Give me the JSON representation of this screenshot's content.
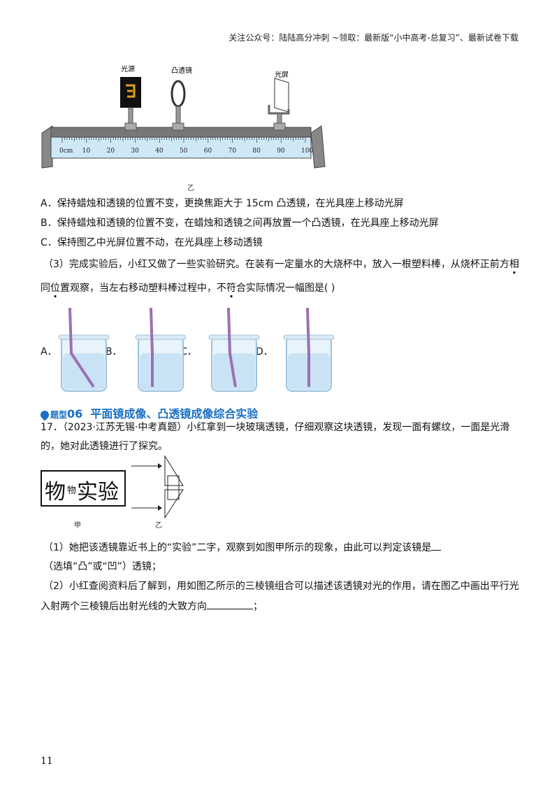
{
  "header": "关注公众号：陆陆高分冲刺 ~领取：最新版“小中高考-总复习”、最新试卷下载",
  "bench": {
    "label_light": "光源",
    "label_lens": "凸透镜",
    "label_screen": "光屏",
    "ruler_ticks": [
      "0cm",
      "10",
      "20",
      "30",
      "40",
      "50",
      "60",
      "70",
      "80",
      "90",
      "100"
    ],
    "caption": "乙"
  },
  "options_q": {
    "A": "A．保持蜡烛和透镜的位置不变，更换焦距大于 15cm 凸透镜，在光具座上移动光屏",
    "B": "B．保持蜡烛和透镜的位置不变，在蜡烛和透镜之间再放置一个凸透镜，在光具座上移动光屏",
    "C": "C．保持图乙中光屏位置不动，在光具座上移动透镜"
  },
  "q3": {
    "line1_start": "（3）完成实验后，小红又做了一些实验研究。在装有一定量水的大烧杯中，放入一根塑料棒，从烧杯正前方",
    "line1_dot": "相",
    "line2_dot": "同位置",
    "line2_mid": "观察，当左右移动塑料棒过程中，",
    "line2_dot2": "不符合",
    "line2_end": "实际情况一幅图是(      )",
    "labels": [
      "A．",
      "B．",
      "C．",
      "D．"
    ]
  },
  "topic": {
    "tag": "题型",
    "num": "06",
    "title": "平面镜成像、凸透镜成像综合实验"
  },
  "q17": {
    "line1": "17．（2023·江苏无锡·中考真题）小红拿到一块玻璃透镜，仔细观察这块透镜，发现一面有螺纹，一面是光滑",
    "line2": "的，她对此透镜进行了探究。",
    "fig_text_left": "物",
    "fig_text_small": "物",
    "fig_text_right": "实验",
    "fig_caption_a": "甲",
    "fig_caption_b": "乙",
    "sub1_line1": "（1）她把该透镜靠近书上的“实验”二字，观察到如图甲所示的现象，由此可以判定该镜是",
    "sub1_line2": "（选填“凸”或“凹”）透镜；",
    "sub2_line1": "（2）小红查阅资料后了解到，用如图乙所示的三棱镜组合可以描述该透镜对光的作用，请在图乙中画出平行光",
    "sub2_line2": "入射两个三棱镜后出射光线的大致方向",
    "sub2_end": "；"
  },
  "page_number": "11",
  "colors": {
    "accent": "#1a6fc4",
    "ruler": "#cfe8f5",
    "rod": "#9b6fb3",
    "water": "#c9e3f5"
  }
}
